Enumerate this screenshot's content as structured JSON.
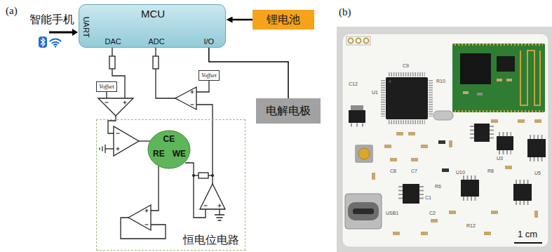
{
  "diagram": {
    "nodes": [
      {
        "text": [
          "MCU",
          "UART",
          "DAC",
          "ADC",
          "I/O"
        ]
      },
      {
        "text": [
          "锂电池"
        ]
      },
      {
        "text": [
          "Voffset"
        ]
      },
      {
        "text": [
          "Voffset"
        ]
      },
      {
        "text": [
          "电解电极"
        ]
      },
      {
        "text": [
          "恒电位电路"
        ]
      },
      {
        "text": [
          "CE",
          "RE",
          "WE"
        ],
        "in": 5
      }
    ],
    "edges": [
      {
        "from": 1,
        "to": 0,
        "arrow": "to"
      },
      {
        "from": 0,
        "to": 4,
        "arrow": "none"
      }
    ],
    "labels": [
      "(a)",
      "智能手机",
      "(b)",
      "C12",
      "U1",
      "C9",
      "R10",
      "C8",
      "C7",
      "R6",
      "C1",
      "U10",
      "R8",
      "U3",
      "U5",
      "USB1",
      "C2",
      "R12",
      "1 cm"
    ]
  }
}
